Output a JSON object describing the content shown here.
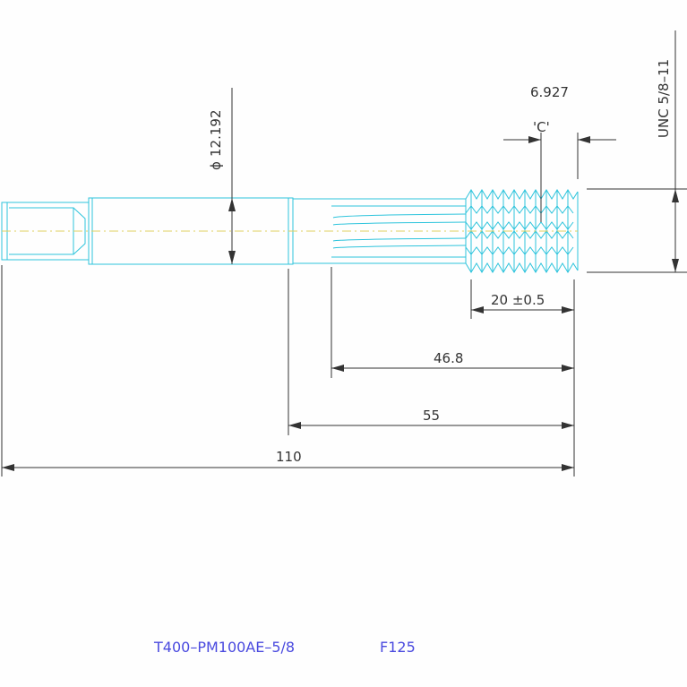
{
  "dimensions": {
    "diameter_symbol": "ϕ",
    "diameter_value": "12.192",
    "pitch_value": "6.927",
    "pitch_label": "'C'",
    "thread_spec": "UNC 5/8–11",
    "thread_length": "20 ±0.5",
    "flute_length": "46.8",
    "shank_to_tip": "55",
    "overall_length": "110"
  },
  "caption": {
    "part_number": "T400–PM100AE–5/8",
    "code": "F125"
  },
  "colors": {
    "tool_outline": "#2ec4dc",
    "dimension": "#333333",
    "centerline": "#e0d060",
    "caption": "#4a4adf"
  }
}
